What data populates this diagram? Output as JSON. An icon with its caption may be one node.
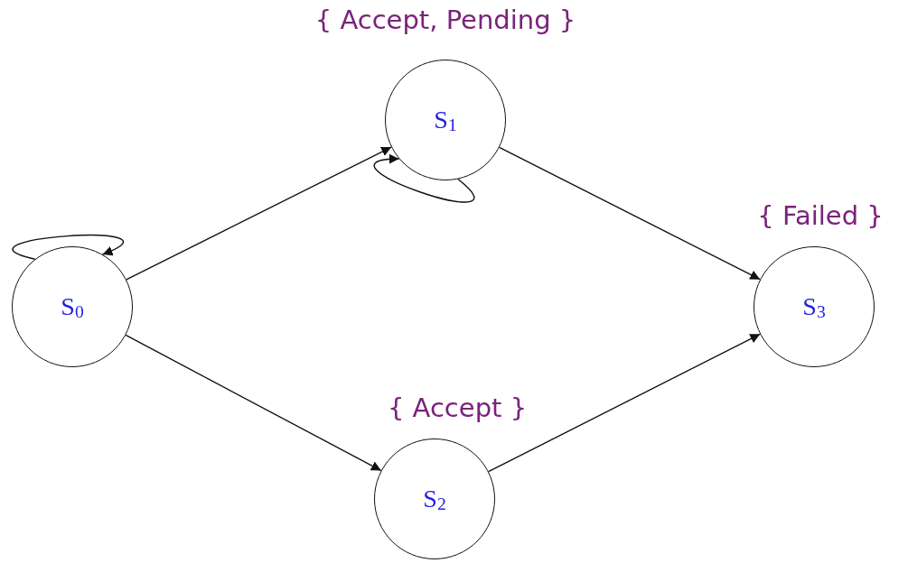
{
  "diagram": {
    "nodes": [
      {
        "text": [
          "S$_{0}$"
        ]
      },
      {
        "text": [
          "S$_{1}$"
        ],
        "beside": [
          "{ Accept, Pending }"
        ]
      },
      {
        "text": [
          "S$_{2}$"
        ],
        "beside": [
          "{ Accept }"
        ]
      },
      {
        "text": [
          "S$_{3}$"
        ],
        "beside": [
          "{ Failed }"
        ]
      }
    ],
    "edges": [
      {
        "from": 0,
        "to": 0,
        "arrow": "to"
      },
      {
        "from": 0,
        "to": 1,
        "arrow": "to"
      },
      {
        "from": 1,
        "to": 1,
        "arrow": "to"
      },
      {
        "from": 1,
        "to": 3,
        "arrow": "to"
      },
      {
        "from": 0,
        "to": 2,
        "arrow": "to"
      },
      {
        "from": 2,
        "to": 3,
        "arrow": "to"
      }
    ]
  }
}
